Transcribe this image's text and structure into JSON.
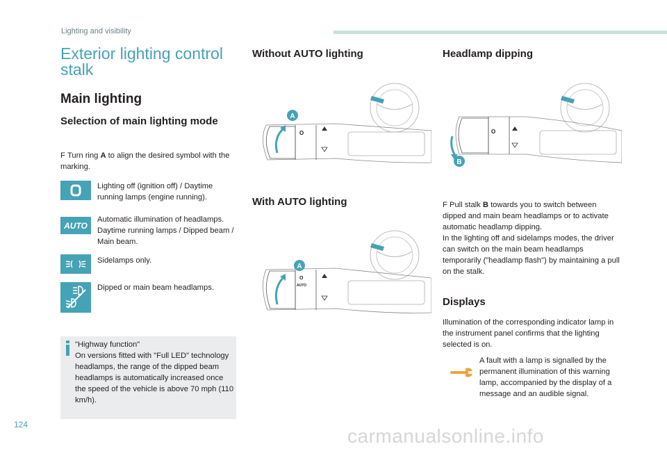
{
  "header": {
    "section": "Lighting and visibility"
  },
  "page": {
    "title": "Exterior lighting control stalk",
    "main_heading": "Main lighting",
    "selection_heading": "Selection of main lighting mode",
    "instruction_prefix": "Turn ring ",
    "instruction_ring": "A",
    "instruction_suffix": " to align the desired symbol with the marking.",
    "modes": [
      {
        "icon": "O",
        "text": "Lighting off (ignition off) / Daytime running lamps (engine running)."
      },
      {
        "icon": "AUTO",
        "text": "Automatic illumination of headlamps. Daytime running lamps / Dipped beam / Main beam."
      },
      {
        "icon": "sidelamps-icon",
        "text": "Sidelamps only."
      },
      {
        "icon": "dipped-main-beam-icon",
        "text": "Dipped or main beam headlamps."
      }
    ],
    "note": {
      "title": "\"Highway function\"",
      "body": "On versions fitted with \"Full LED\" technology headlamps, the range of the dipped beam headlamps is automatically increased once the speed of the vehicle is above 70 mph (110 km/h)."
    },
    "without_auto_heading": "Without AUTO lighting",
    "with_auto_heading": "With AUTO lighting",
    "headlamp_dipping_heading": "Headlamp dipping",
    "dipping_prefix": "Pull stalk ",
    "dipping_stalk": "B",
    "dipping_suffix": " towards you to switch between dipped and main beam headlamps or to activate automatic headlamp dipping.",
    "dipping_para": "In the lighting off and sidelamps modes, the driver can switch on the main beam headlamps temporarily (\"headlamp flash\") by maintaining a pull on the stalk.",
    "displays_heading": "Displays",
    "displays_text": "Illumination of the corresponding indicator lamp in the instrument panel confirms that the lighting selected is on.",
    "fault_text": "A fault with a lamp is signalled by the permanent illumination of this warning lamp, accompanied by the display of a message and an audible signal.",
    "page_number": "124",
    "watermark": "carmanualsonline.info",
    "label_a": "A",
    "label_b": "B",
    "auto_text": "AUTO",
    "o_text": "O",
    "bullet": "F"
  },
  "colors": {
    "accent": "#46a2b5",
    "warning": "#f0a33a",
    "note_bg": "#eaeced",
    "header_bar": "#c5e3d8"
  }
}
